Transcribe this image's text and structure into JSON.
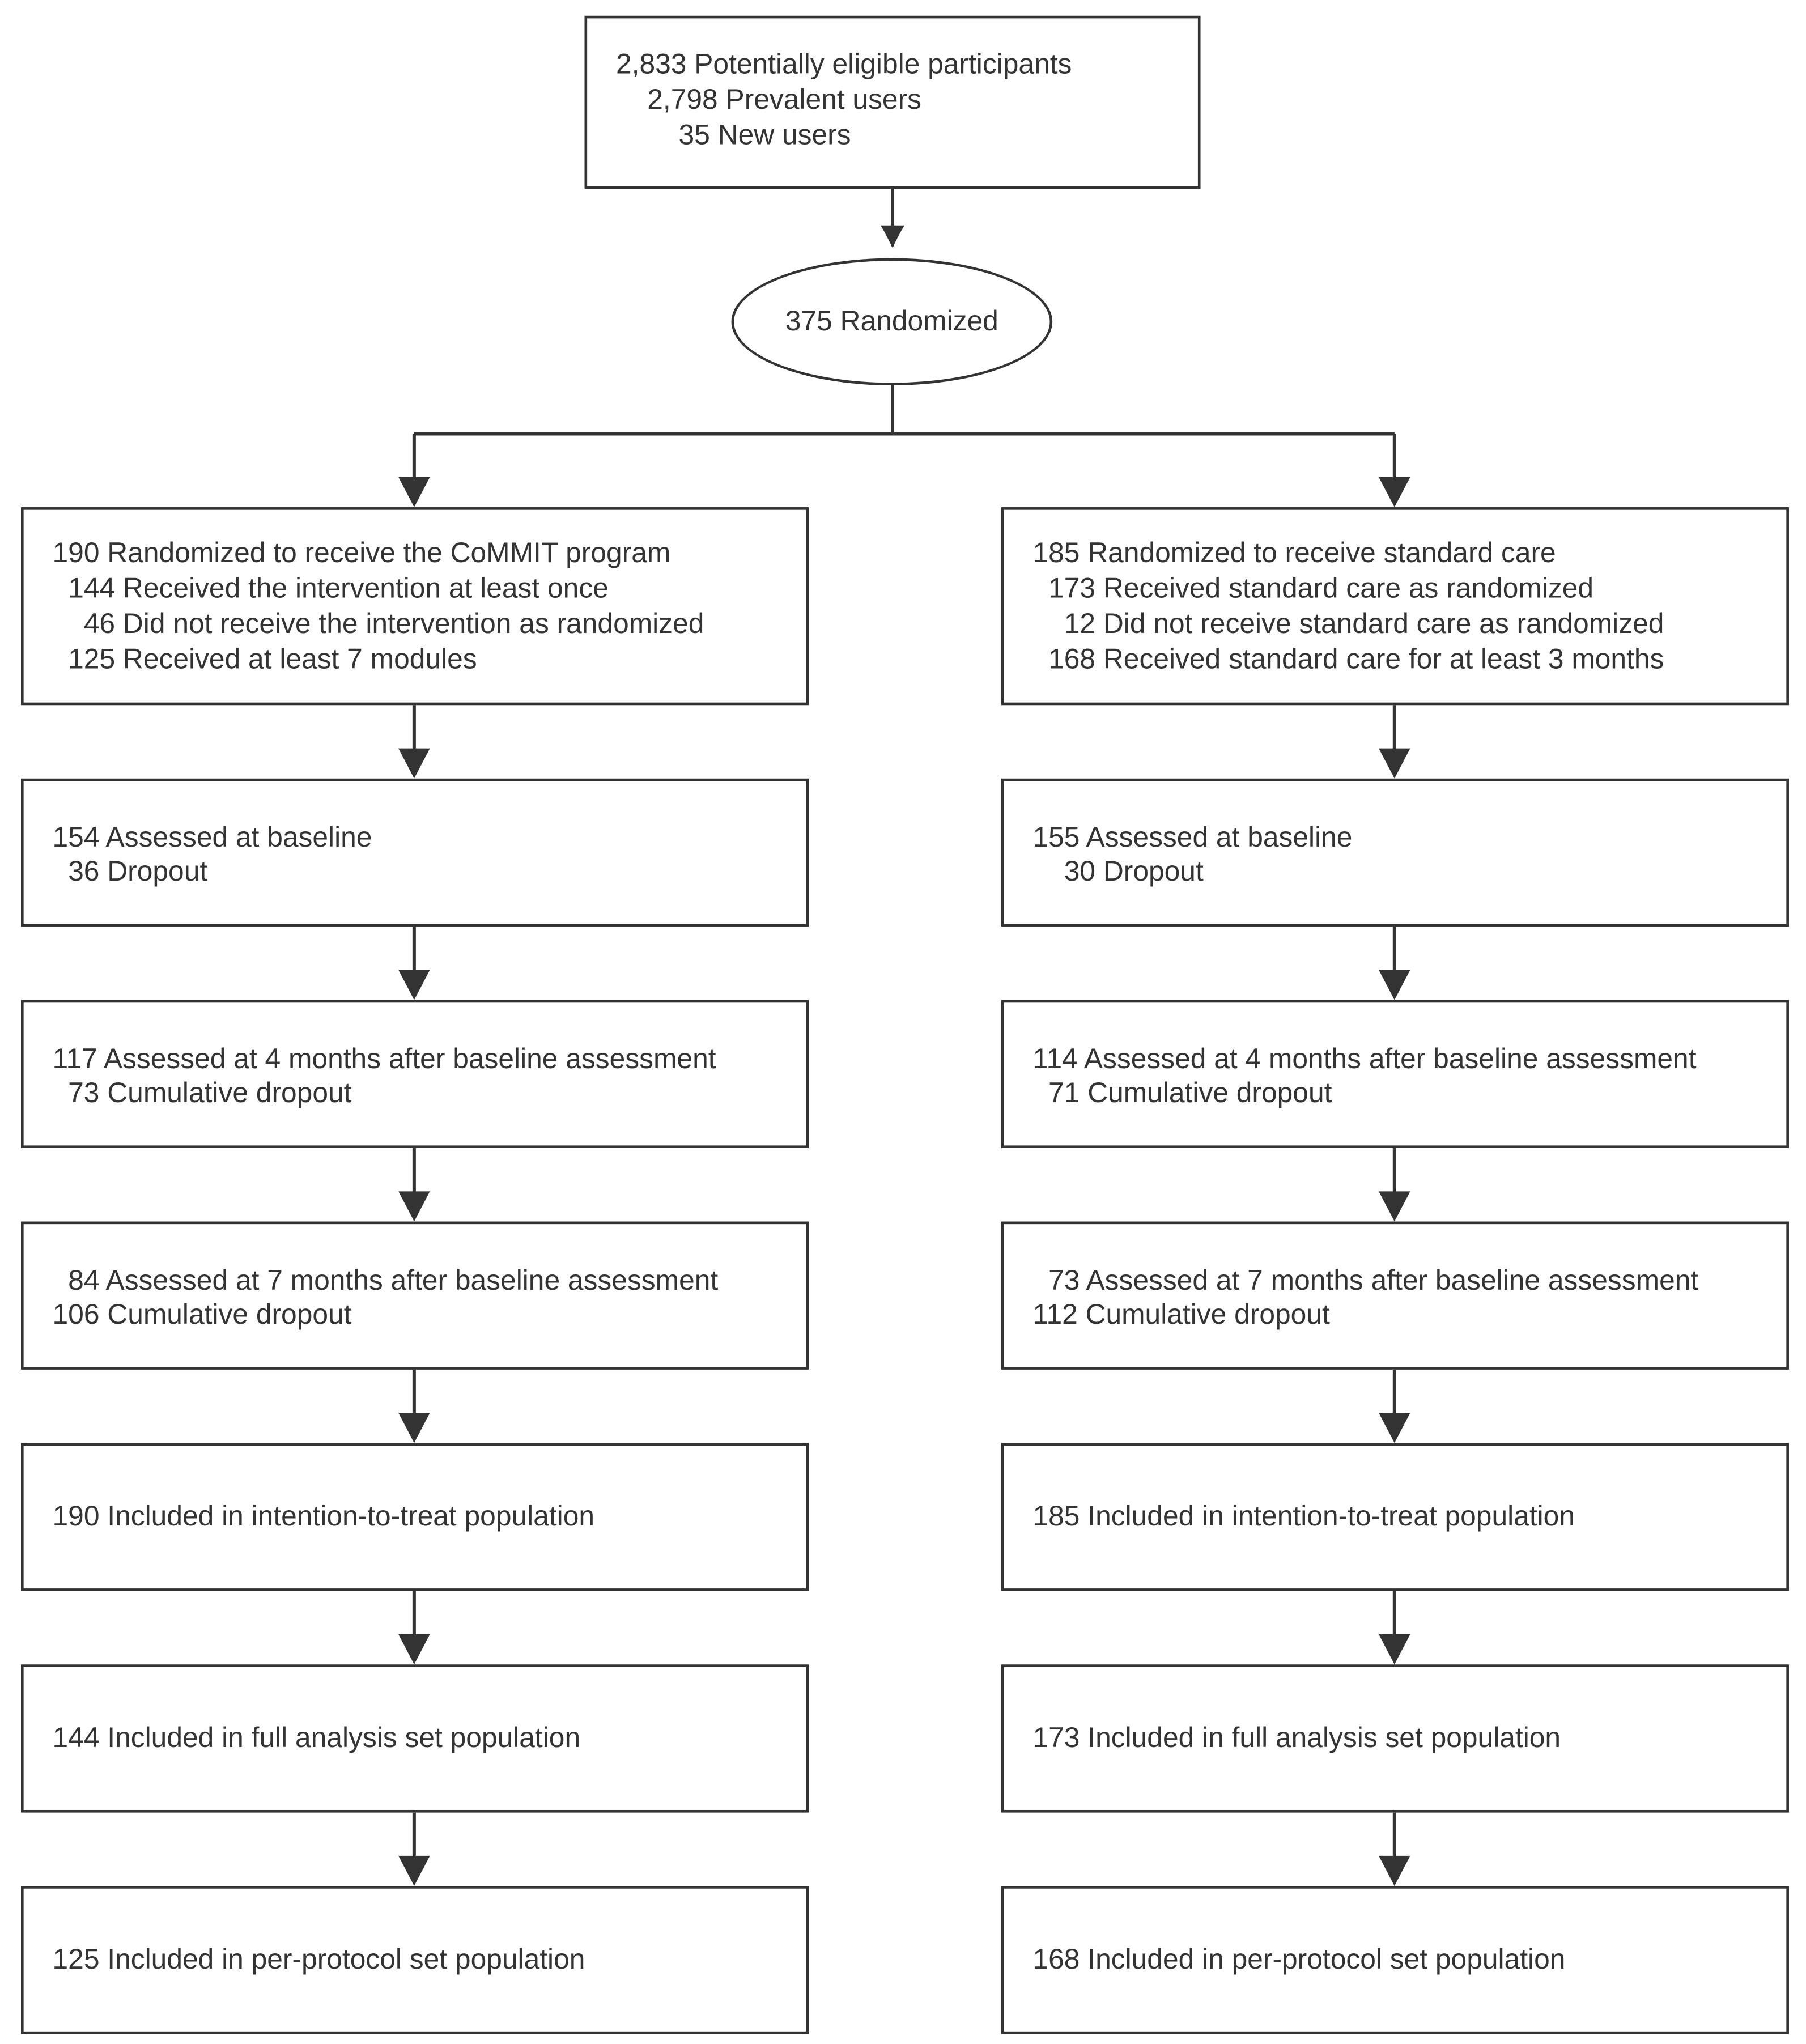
{
  "top": {
    "lines": [
      "2,833 Potentially eligible participants",
      "    2,798 Prevalent users",
      "        35 New users"
    ]
  },
  "randomized": "375 Randomized",
  "left": {
    "allocation": [
      "190 Randomized to receive the CoMMIT program",
      "  144 Received the intervention at least once",
      "    46 Did not receive the intervention as randomized",
      "  125 Received at least 7 modules"
    ],
    "baseline": [
      "154 Assessed at baseline",
      "  36 Dropout"
    ],
    "month4": [
      "117 Assessed at 4 months after baseline assessment",
      "  73 Cumulative dropout"
    ],
    "month7": [
      "  84 Assessed at 7 months after baseline assessment",
      "106 Cumulative dropout"
    ],
    "itt": "190 Included in intention-to-treat population",
    "fas": "144 Included in full analysis set population",
    "pps": "125 Included in per-protocol set population"
  },
  "right": {
    "allocation": [
      "185 Randomized to receive standard care",
      "  173 Received standard care as randomized",
      "    12 Did not receive standard care as randomized",
      "  168 Received standard care for at least 3 months"
    ],
    "baseline": [
      "155 Assessed at baseline",
      "    30 Dropout"
    ],
    "month4": [
      "114 Assessed at 4 months after baseline assessment",
      "  71 Cumulative dropout"
    ],
    "month7": [
      "  73 Assessed at 7 months after baseline assessment",
      "112 Cumulative dropout"
    ],
    "itt": "185 Included in intention-to-treat population",
    "fas": "173 Included in full analysis set population",
    "pps": "168 Included in per-protocol set population"
  },
  "colors": {
    "stroke": "#333333",
    "text": "#333333",
    "background": "#ffffff"
  }
}
